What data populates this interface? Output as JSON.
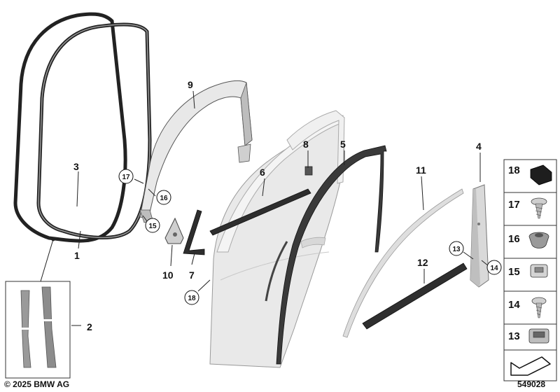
{
  "callouts": {
    "c1": "1",
    "c2": "2",
    "c3": "3",
    "c4": "4",
    "c5": "5",
    "c6": "6",
    "c7": "7",
    "c8": "8",
    "c9": "9",
    "c10": "10",
    "c11": "11",
    "c12": "12",
    "c13": "13",
    "c14": "14",
    "c15": "15",
    "c16": "16",
    "c17": "17",
    "c18": "18"
  },
  "legend": {
    "items": [
      "18",
      "17",
      "16",
      "15",
      "14",
      "13"
    ]
  },
  "footer": {
    "copyright": "© 2025 BMW AG",
    "diagram_number": "549028"
  },
  "colors": {
    "seal": "#6f6f6f",
    "door": "#e6e6e6",
    "trim_light": "#dcdcdc",
    "dark_part": "#333333",
    "legend_box": "#f2f2f2"
  }
}
